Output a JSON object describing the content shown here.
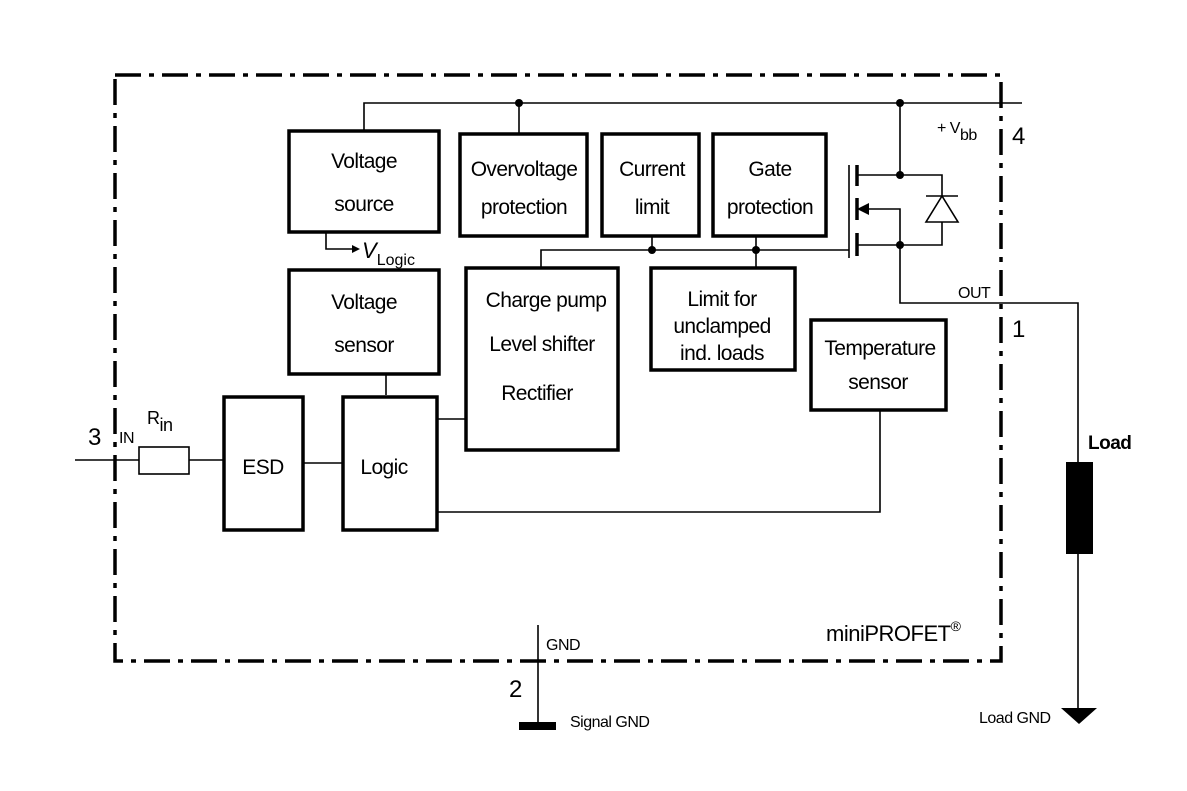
{
  "diagram": {
    "blocks": {
      "voltage_source": [
        "Voltage",
        "source"
      ],
      "overvoltage": [
        "Overvoltage",
        "protection"
      ],
      "current_limit": [
        "Current",
        "limit"
      ],
      "gate_protection": [
        "Gate",
        "protection"
      ],
      "voltage_sensor": [
        "Voltage",
        "sensor"
      ],
      "charge_pump": [
        "Charge pump",
        "Level shifter",
        "Rectifier"
      ],
      "limit_unclamped": [
        "Limit for",
        "unclamped",
        "ind. loads"
      ],
      "temperature_sensor": [
        "Temperature",
        "sensor"
      ],
      "esd": "ESD",
      "logic": "Logic"
    },
    "vlogic": {
      "main": "V",
      "sub": "Logic"
    },
    "vbb": {
      "main": "+ V",
      "sub": "bb"
    },
    "rin": {
      "main": "R",
      "sub": "in"
    },
    "pins": {
      "pin4": "4",
      "pin1": "1",
      "pin3": "3",
      "pin2": "2"
    },
    "labels": {
      "out": "OUT",
      "in": "IN",
      "gnd": "GND",
      "signal_gnd": "Signal GND",
      "load": "Load",
      "load_gnd": "Load GND",
      "brand": "miniPROFET",
      "brand_mark": "®"
    }
  }
}
